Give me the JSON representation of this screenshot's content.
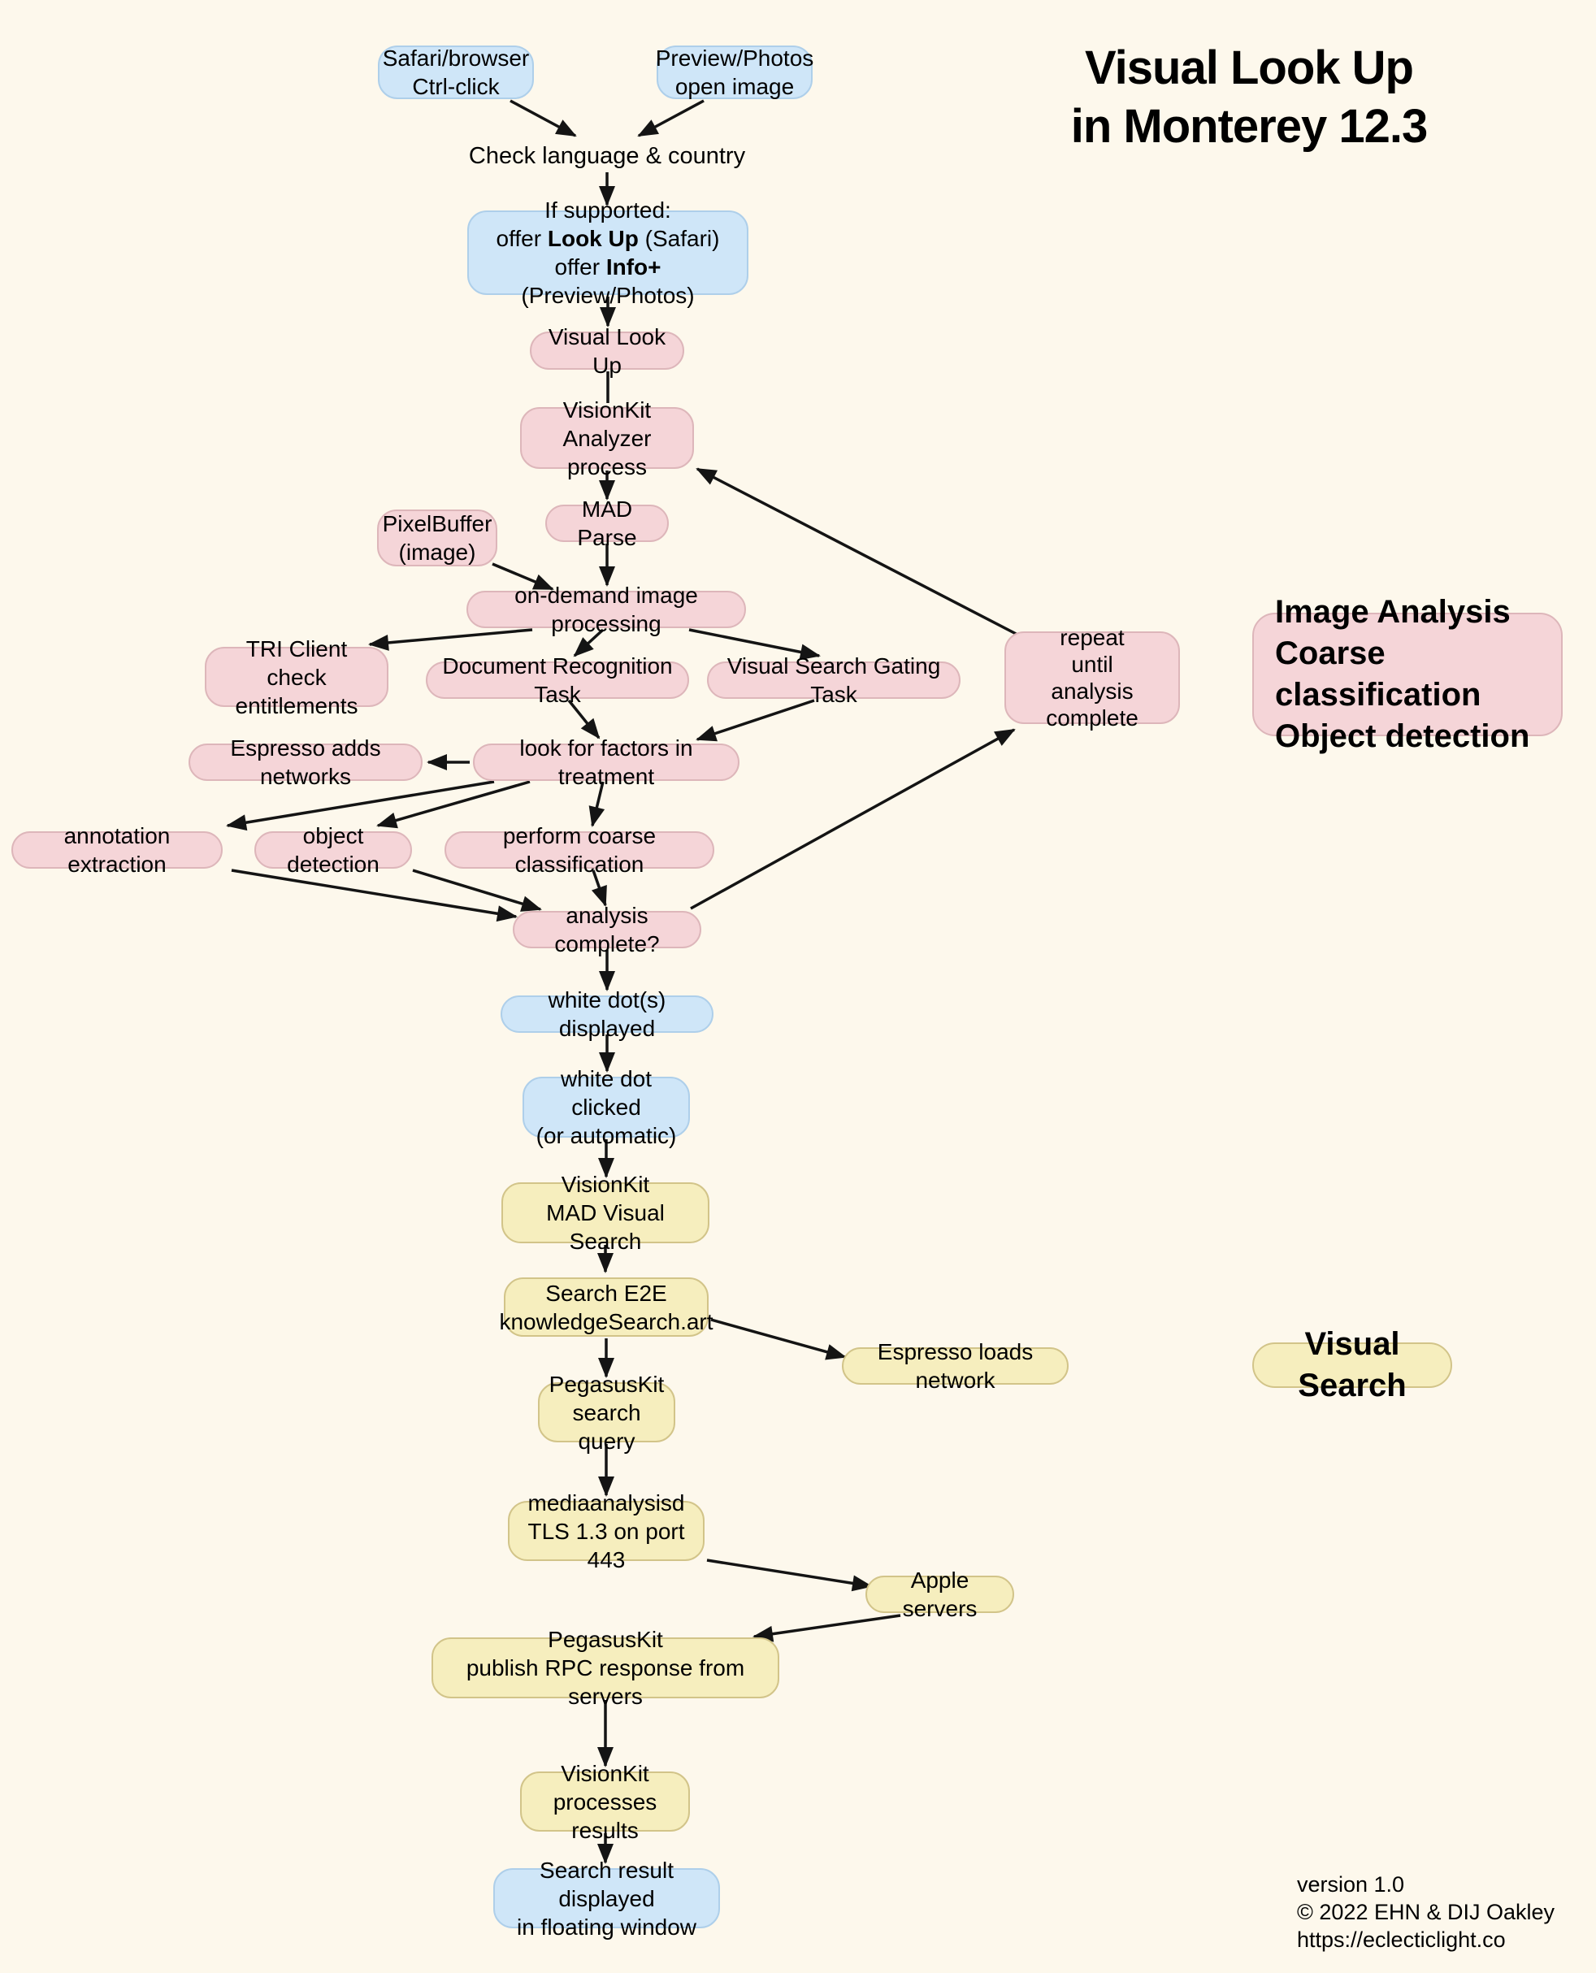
{
  "title": {
    "line1": "Visual Look Up",
    "line2": "in Monterey 12.3"
  },
  "colors": {
    "background": "#FDF8EC",
    "pink_fill": "#F5D5D8",
    "pink_border": "#DDB6BA",
    "blue_fill": "#CFE6F8",
    "blue_border": "#AECFEA",
    "yellow_fill": "#F6EEBE",
    "yellow_border": "#D2C489",
    "arrow": "#141414"
  },
  "flow": {
    "safari": {
      "line1": "Safari/browser",
      "line2": "Ctrl-click"
    },
    "preview": {
      "line1": "Preview/Photos",
      "line2": "open image"
    },
    "check_language": {
      "label": "Check language & country"
    },
    "if_supported": {
      "line1": "If supported:",
      "line2_prefix": "offer ",
      "line2_bold": "Look Up",
      "line2_suffix": " (Safari)",
      "line3_prefix": "offer ",
      "line3_bold": "Info+",
      "line3_suffix": " (Preview/Photos)"
    },
    "visual_look_up": {
      "label": "Visual Look Up"
    },
    "visionkit_analyzer": {
      "line1": "VisionKit",
      "line2": "Analyzer process"
    },
    "pixelbuffer": {
      "line1": "PixelBuffer",
      "line2": "(image)"
    },
    "mad_parse": {
      "label": "MAD Parse"
    },
    "on_demand": {
      "label": "on-demand image processing"
    },
    "tri_client": {
      "line1": "TRI Client",
      "line2": "check entitlements"
    },
    "doc_recognition": {
      "label": "Document Recognition Task"
    },
    "vs_gating": {
      "label": "Visual Search Gating Task"
    },
    "repeat_until": {
      "line1": "repeat",
      "line2": "until",
      "line3": "analysis complete"
    },
    "espresso_adds": {
      "label": "Espresso adds networks"
    },
    "look_factors": {
      "label": "look for factors in treatment"
    },
    "annotation_extraction": {
      "label": "annotation extraction"
    },
    "object_detection": {
      "label": "object detection"
    },
    "perform_coarse": {
      "label": "perform coarse classification"
    },
    "analysis_complete": {
      "label": "analysis complete?"
    },
    "white_dots": {
      "label": "white dot(s) displayed"
    },
    "white_dot_clicked": {
      "line1": "white dot clicked",
      "line2": "(or automatic)"
    },
    "visionkit_mad": {
      "line1": "VisionKit",
      "line2": "MAD Visual Search"
    },
    "search_e2e": {
      "line1": "Search E2E",
      "line2": "knowledgeSearch.art"
    },
    "espresso_loads": {
      "label": "Espresso loads network"
    },
    "pegasus_query": {
      "line1": "PegasusKit",
      "line2": "search query"
    },
    "mediaanalysisd": {
      "line1": "mediaanalysisd",
      "line2": "TLS 1.3 on port 443"
    },
    "apple_servers": {
      "label": "Apple servers"
    },
    "pegasus_publish": {
      "line1": "PegasusKit",
      "line2": "publish RPC response from servers"
    },
    "visionkit_results": {
      "line1": "VisionKit",
      "line2": "processes results"
    },
    "search_result": {
      "line1": "Search result displayed",
      "line2": "in floating window"
    }
  },
  "section_labels": {
    "image_analysis": {
      "line1": "Image Analysis",
      "line2": "Coarse classification",
      "line3": "Object detection"
    },
    "visual_search": {
      "label": "Visual Search"
    }
  },
  "footer": {
    "line1": "version 1.0",
    "line2": "© 2022 EHN & DIJ Oakley",
    "line3": "https://eclecticlight.co"
  }
}
